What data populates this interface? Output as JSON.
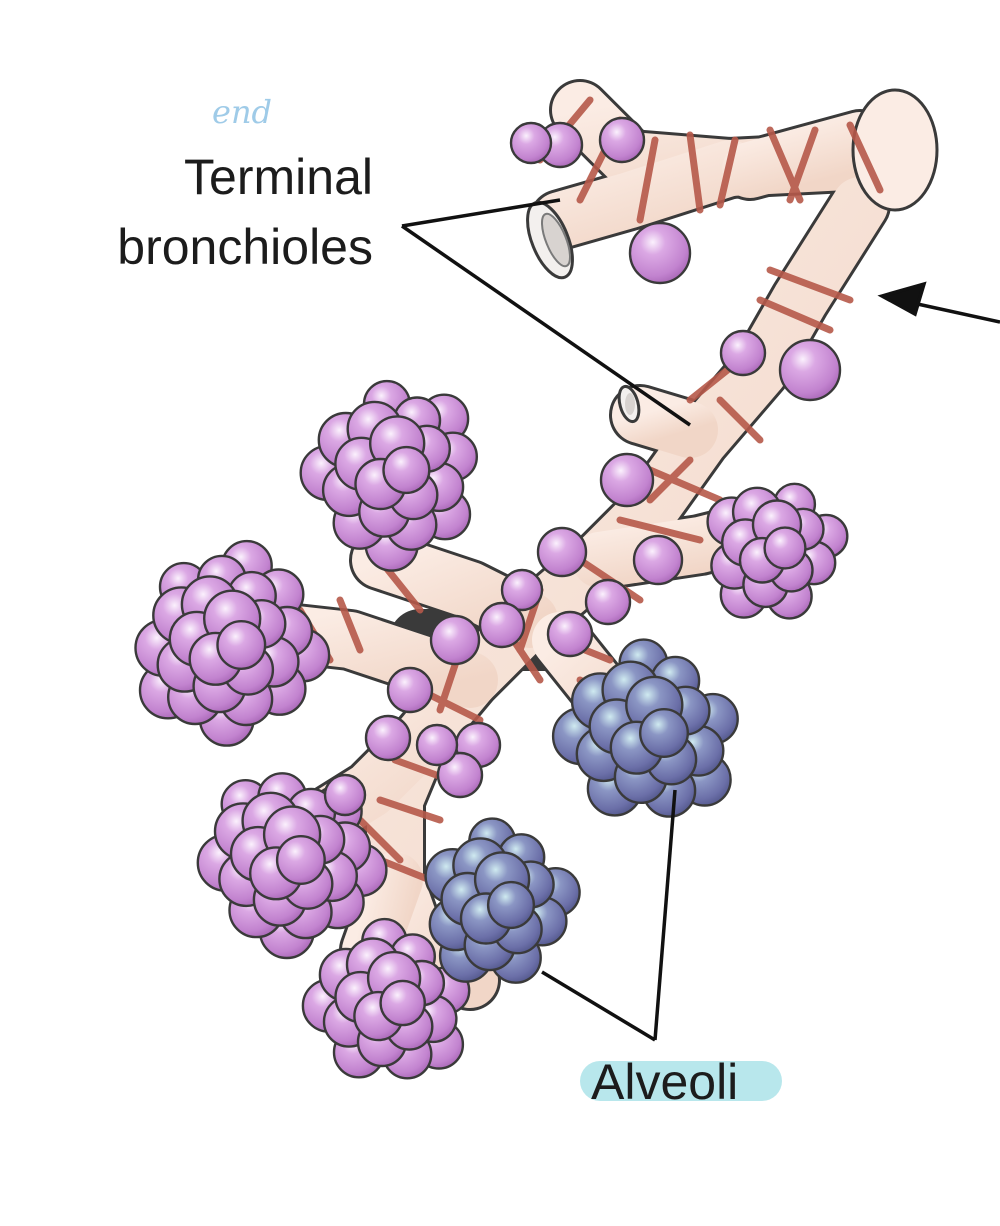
{
  "labels": {
    "terminal_line1": "Terminal",
    "terminal_line2": "bronchioles",
    "alveoli": "Alveoli",
    "handwritten_note": "end"
  },
  "colors": {
    "bronchiole_fill": "#f7e4da",
    "smooth_muscle": "#b6594a",
    "alveolus_pink": "#c98ad4",
    "alveolus_blue": "#7277ae",
    "outline": "#3a3a3a",
    "leader_line": "#111111",
    "alveoli_highlight": "#b8e7ec",
    "note_color": "#9fcbe8"
  },
  "icons": {
    "pointer_arrow": "arrow-left-icon"
  }
}
